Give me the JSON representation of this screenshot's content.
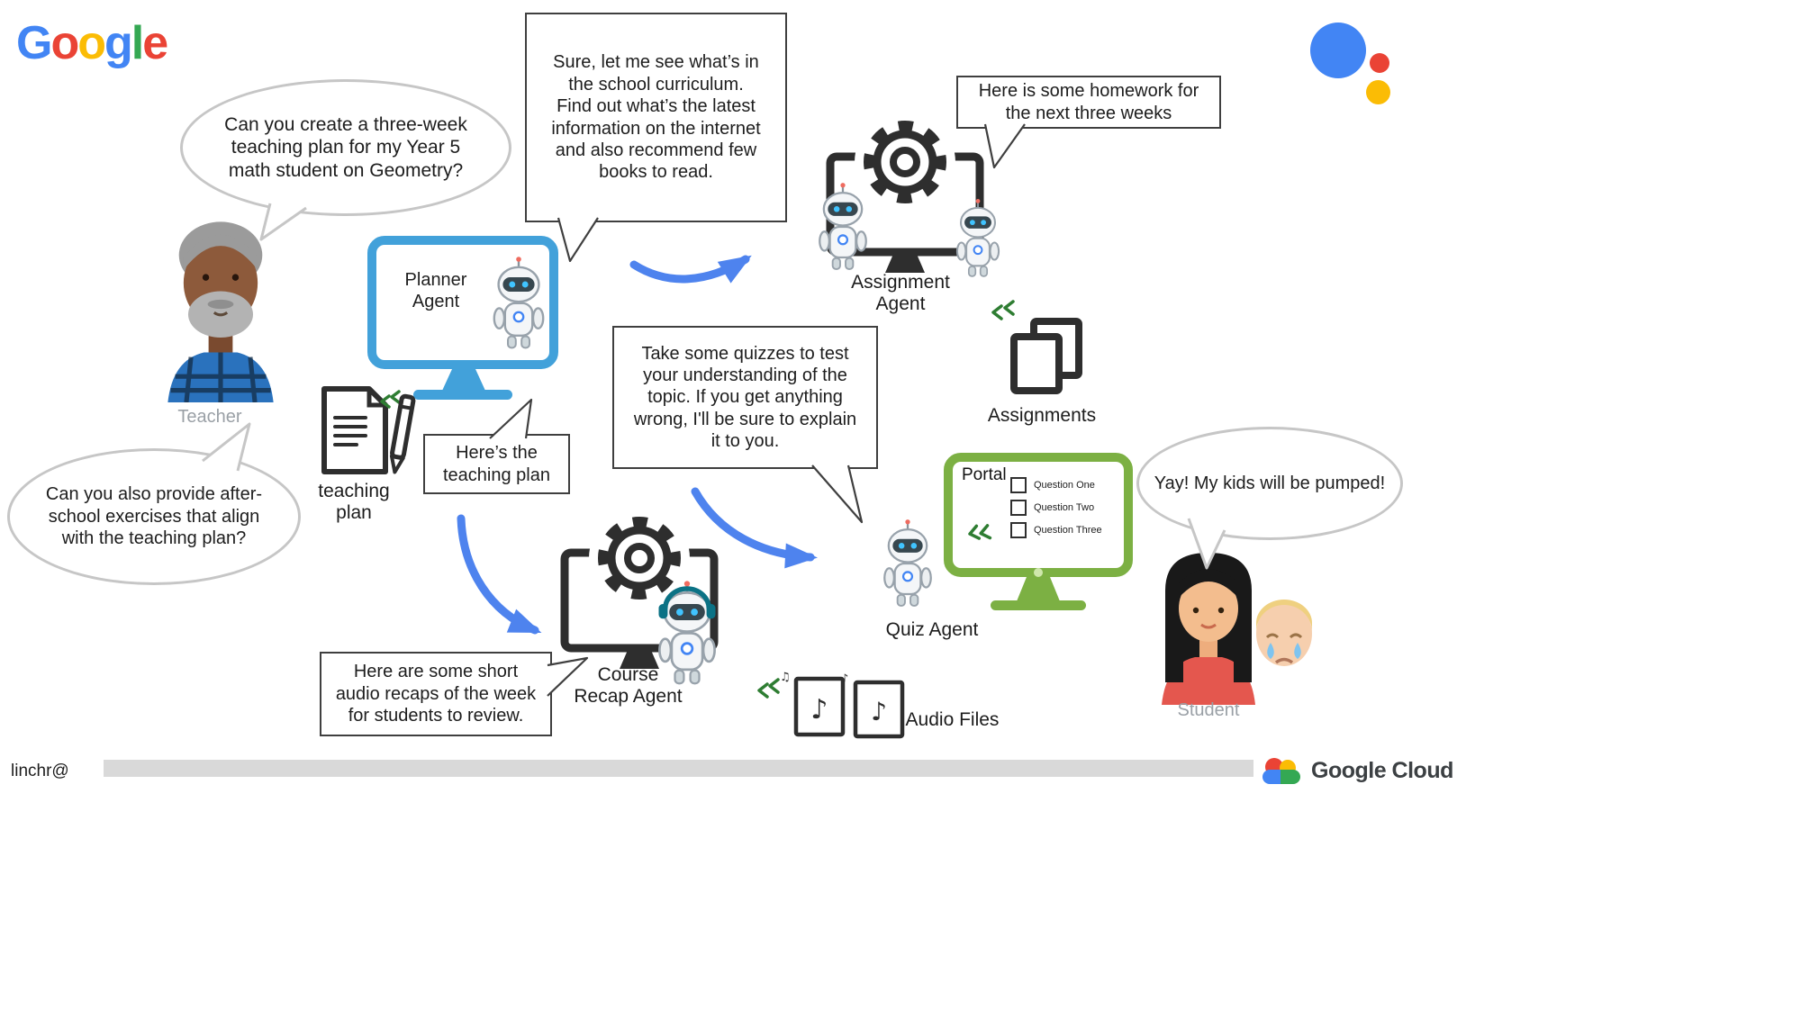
{
  "branding": {
    "google_logo_letters": [
      "G",
      "o",
      "o",
      "g",
      "l",
      "e"
    ],
    "google_cloud_label": "Google Cloud",
    "footer_author": "linchr@"
  },
  "actors": {
    "teacher": {
      "label": "Teacher",
      "bubble_request": "Can you create a three-week teaching plan for my Year 5 math student on Geometry?",
      "bubble_followup": "Can you also provide after-school exercises that align with the teaching plan?"
    },
    "student": {
      "label": "Student",
      "bubble_reaction": "Yay! My kids will be pumped!"
    }
  },
  "agents": {
    "planner": {
      "label": "Planner\nAgent",
      "bubble": "Sure, let me see what’s in the school curriculum.\nFind out what’s the latest information on the internet and also recommend few books to read."
    },
    "assignment": {
      "label": "Assignment\nAgent",
      "bubble": "Here is some homework for the next three weeks"
    },
    "quiz": {
      "label": "Quiz Agent",
      "bubble": "Take some quizzes to test your understanding of the topic. If you get anything wrong, I'll be sure to explain it to you."
    },
    "course_recap": {
      "label": "Course\nRecap Agent",
      "bubble": "Here are some short audio recaps of the week for students to review."
    }
  },
  "artifacts": {
    "teaching_plan": {
      "label": "teaching\nplan",
      "note": "Here’s the teaching plan"
    },
    "assignments": {
      "label": "Assignments"
    },
    "audio_files": {
      "label": "Audio Files"
    },
    "portal": {
      "title": "Portal",
      "questions": [
        "Question One",
        "Question Two",
        "Question Three"
      ]
    }
  },
  "icons": {
    "music_note": "♪",
    "music_note_double": "♫"
  },
  "colors": {
    "google_blue": "#4285F4",
    "google_red": "#EA4335",
    "google_yellow": "#FBBC05",
    "google_green": "#34A853",
    "arrow": "#4e83ee",
    "planner_blue": "#42a1da",
    "portal_green": "#7cb043",
    "bubble_gray": "#c6c6c6",
    "bubble_dark": "#3f3f3f",
    "icon_stroke": "#2e2e2e",
    "label_gray": "#9aa0a6",
    "footer_bar": "#d9d9d9",
    "chevron_green": "#2e7d32",
    "cloud_text": "#3c4043"
  }
}
